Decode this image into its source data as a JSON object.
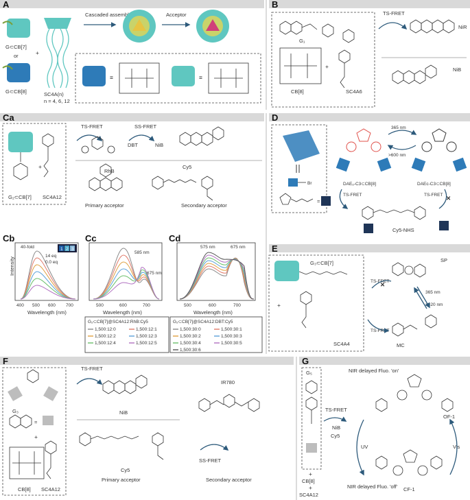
{
  "panels": {
    "A": {
      "label": "A",
      "guest1": "G⊂CB[7]",
      "or": "or",
      "guest2": "G⊂CB[8]",
      "plus": "+",
      "host": "SC4A(n)",
      "host_n": "n = 4, 6, 12",
      "step1": "Cascaded assembly",
      "step2": "Acceptor",
      "equiv": "≡"
    },
    "B": {
      "label": "B",
      "guest": "G₁",
      "host": "CB[8]",
      "host2": "SC4A6",
      "fret": "TS-FRET",
      "acceptor1": "NiR",
      "acceptor2": "NiB",
      "plus": "+"
    },
    "Ca": {
      "label": "Ca",
      "complex": "G₂⊂CB[7]",
      "host": "SC4A12",
      "ts": "TS-FRET",
      "ss": "SS-FRET",
      "dbt": "DBT",
      "nib": "NiB",
      "rhb": "RhB",
      "cy5": "Cy5",
      "primary": "Primary acceptor",
      "secondary": "Secondary acceptor"
    },
    "Cb": {
      "label": "Cb",
      "ylabel": "Intensity",
      "xlabel": "Wavelength (nm)",
      "fold": "40-fold",
      "legend_title": "G₂⊂CB[7]@SC4A12:RhB:Cy5",
      "legend": [
        "1,500:12:0",
        "1,500:12:1",
        "1,500:12:2",
        "1,500:12:3",
        "1,500:12:4",
        "1,500:12:5"
      ],
      "inset": [
        "1",
        "2",
        "3"
      ],
      "eq_a": "14 eq",
      "eq_b": "0.0 eq",
      "ticks": [
        "400",
        "500",
        "600",
        "700"
      ]
    },
    "Cc": {
      "label": "Cc",
      "ticks": [
        "500",
        "600",
        "700"
      ],
      "xlabel": "Wavelength (nm)",
      "ann1": "585 nm",
      "ann2": "675 nm"
    },
    "Cd": {
      "label": "Cd",
      "ticks": [
        "500",
        "600",
        "700"
      ],
      "xlabel": "Wavelength (nm)",
      "ann1": "575 nm",
      "ann2": "675 nm",
      "legend_title": "G₂⊂CB[7]@SC4A12:DBT:Cy5",
      "legend": [
        "1,500:30:0",
        "1,500:30:1",
        "1,500:30:2",
        "1,500:30:3",
        "1,500:30:4",
        "1,500:30:5",
        "1,500:30:6"
      ]
    },
    "D": {
      "label": "D",
      "nm1": "365 nm",
      "nm2": ">600 nm",
      "dae_open": "DAEₒ-C3⊂CB[8]",
      "dae_closed": "DAEc-C3⊂CB[8]",
      "ts1": "TS-FRET",
      "ts2": "TS-FRET",
      "dye": "Cy5-NHS",
      "br": "Br",
      "equals": "="
    },
    "E": {
      "label": "E",
      "complex": "G₃⊂CB[7]",
      "host": "SC4A4",
      "sp": "SP",
      "mc": "MC",
      "ts1": "TS-FRET",
      "ts2": "TS-FRET",
      "nm1": "365 nm",
      "nm2": ">420 nm"
    },
    "F": {
      "label": "F",
      "guest": "G₃",
      "host": "CB[8]",
      "host2": "SC4A12",
      "ts": "TS-FRET",
      "ss": "SS-FRET",
      "nib": "NiB",
      "cy5": "Cy5",
      "ir": "IR780",
      "primary": "Primary acceptor",
      "secondary": "Secondary acceptor"
    },
    "G": {
      "label": "G",
      "guest": "G₅",
      "ts": "TS-FRET",
      "nib": "NiB",
      "cy5": "Cy5",
      "on": "NIR delayed Fluo. 'on'",
      "off": "NIR delayed Fluo. 'off'",
      "of": "OF-1",
      "cf": "CF-1",
      "uv": "UV",
      "vis": "Vis",
      "cb": "CB[8]",
      "host": "SC4A12",
      "plus": "+"
    }
  },
  "colors": {
    "teal": "#5fc7c0",
    "blue": "#2e7bb8",
    "navy": "#1f3557",
    "red": "#e0504a",
    "arrow": "#2d5a7b",
    "gray": "#bdbdbd"
  }
}
